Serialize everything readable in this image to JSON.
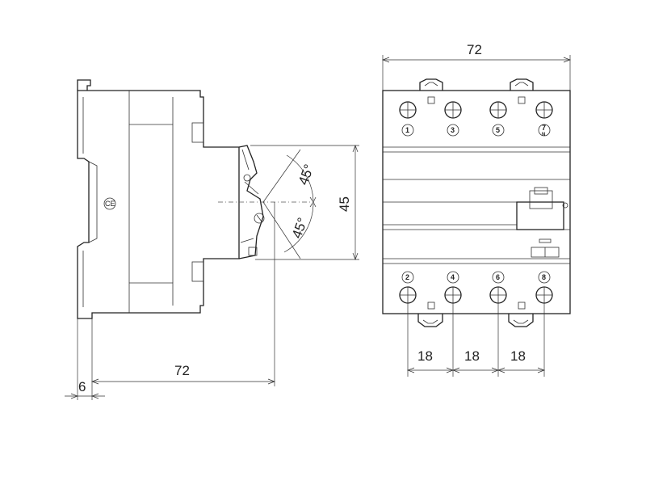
{
  "side_view": {
    "mark": "CE",
    "dim_depth": "72",
    "dim_rail_offset": "6",
    "dim_lever_height": "45",
    "angle_upper": "45°",
    "angle_lower": "45°"
  },
  "front_view": {
    "dim_width": "72",
    "pitch_dims": [
      "18",
      "18",
      "18"
    ],
    "terminals_top": [
      "1",
      "3",
      "5",
      "7"
    ],
    "terminals_bottom": [
      "2",
      "4",
      "6",
      "8"
    ],
    "neutral_mark": "N"
  }
}
